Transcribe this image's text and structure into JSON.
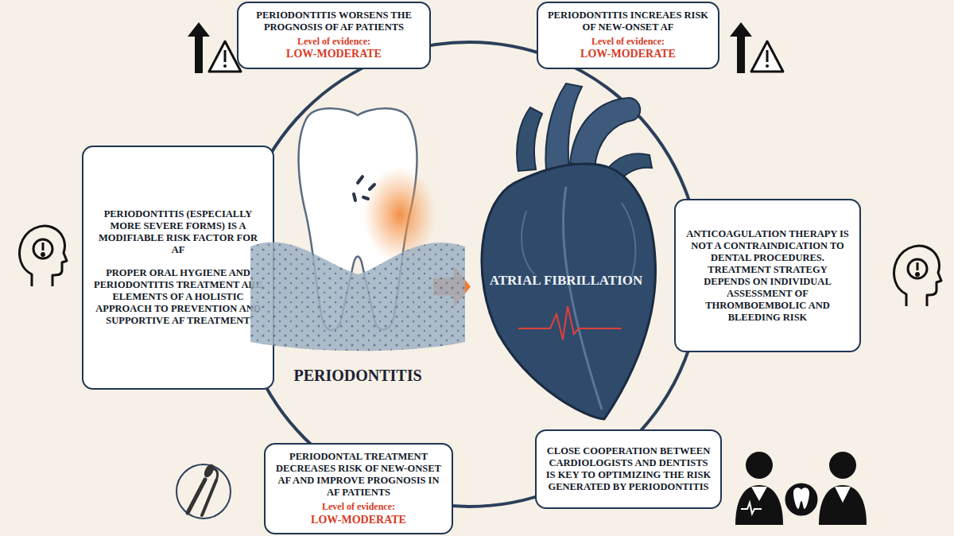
{
  "diagram": {
    "nodes": [
      {
        "text": [
          "PERIODONTITIS WORSENS THE PROGNOSIS OF AF PATIENTS",
          "Level of evidence:",
          "LOW-MODERATE"
        ]
      },
      {
        "text": [
          "PERIODONTITIS INCREAES RISK OF NEW-ONSET AF",
          "Level of evidence:",
          "LOW-MODERATE"
        ]
      },
      {
        "text": [
          "PERIODONTITIS (ESPECIALLY MORE SEVERE FORMS) IS A MODIFIABLE RISK FACTOR FOR AF",
          "PROPER ORAL HYGIENE AND PERIODONTITIS TREATMENT ARE ELEMENTS OF A HOLISTIC APPROACH TO PREVENTION AND SUPPORTIVE AF TREATMENT"
        ]
      },
      {
        "text": [
          "PERIODONTITIS"
        ]
      },
      {
        "text": [
          "ATRIAL FIBRILLATION"
        ]
      },
      {
        "text": [
          "ANTICOAGULATION THERAPY IS NOT A CONTRAINDICATION TO DENTAL PROCEDURES. TREATMENT STRATEGY DEPENDS ON INDIVIDUAL ASSESSMENT OF THROMBOEMBOLIC AND BLEEDING RISK"
        ]
      },
      {
        "text": [
          "PERIODONTAL TREATMENT DECREASES RISK OF NEW-ONSET AF AND IMPROVE PROGNOSIS IN AF PATIENTS",
          "Level of evidence:",
          "LOW-MODERATE"
        ]
      },
      {
        "text": [
          "CLOSE COOPERATION BETWEEN CARDIOLOGISTS AND DENTISTS IS KEY TO OPTIMIZING THE RISK GENERATED BY PERIODONTITIS"
        ]
      }
    ],
    "edges": [
      {
        "from": 3,
        "to": 4,
        "arrow": "to"
      }
    ]
  }
}
